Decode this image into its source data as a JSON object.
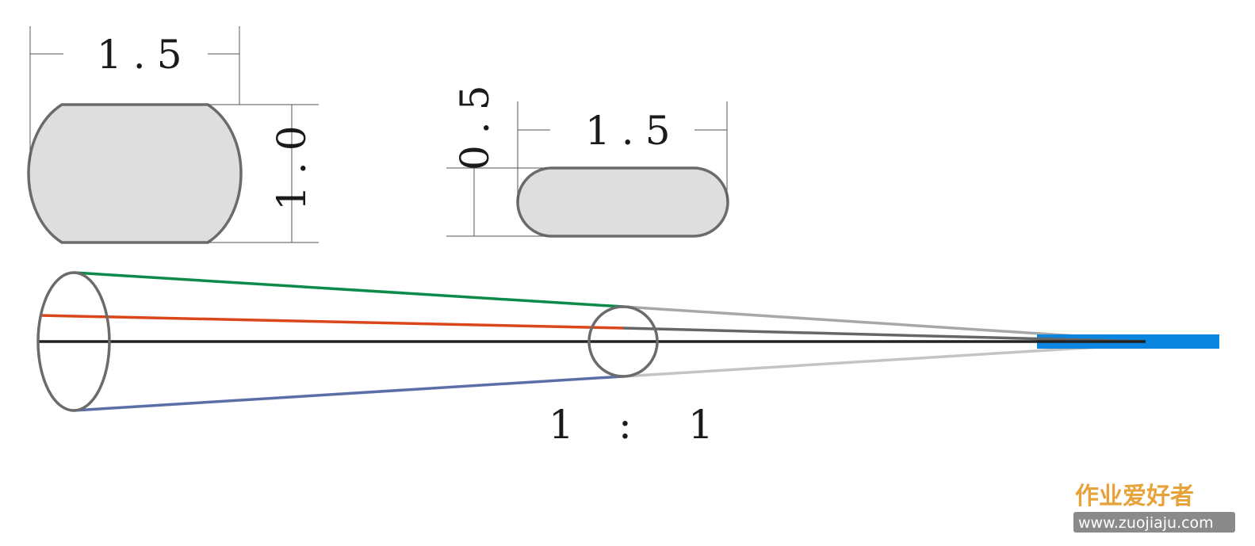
{
  "shape_large": {
    "width_label": "1.5",
    "height_label": "1.0"
  },
  "shape_small": {
    "width_label": "1.5",
    "height_label": "0.5"
  },
  "cone": {
    "ratio_left": "1",
    "ratio_sep": ":",
    "ratio_right": "1",
    "colors": {
      "top_ray": "#0b8a4a",
      "middle_ray": "#d9461a",
      "axis": "#222222",
      "bottom_ray": "#5a6fa8",
      "grey_ray_top": "#a8a8a8",
      "grey_ray_mid": "#666666",
      "grey_ray_bottom": "#c4c4c4",
      "beam": "#0a86e0",
      "outline": "#6b6b6b",
      "fill": "#dedede"
    }
  },
  "watermark": {
    "logo_text": "作业爱好者",
    "url": "www.zuojiaju.com"
  }
}
